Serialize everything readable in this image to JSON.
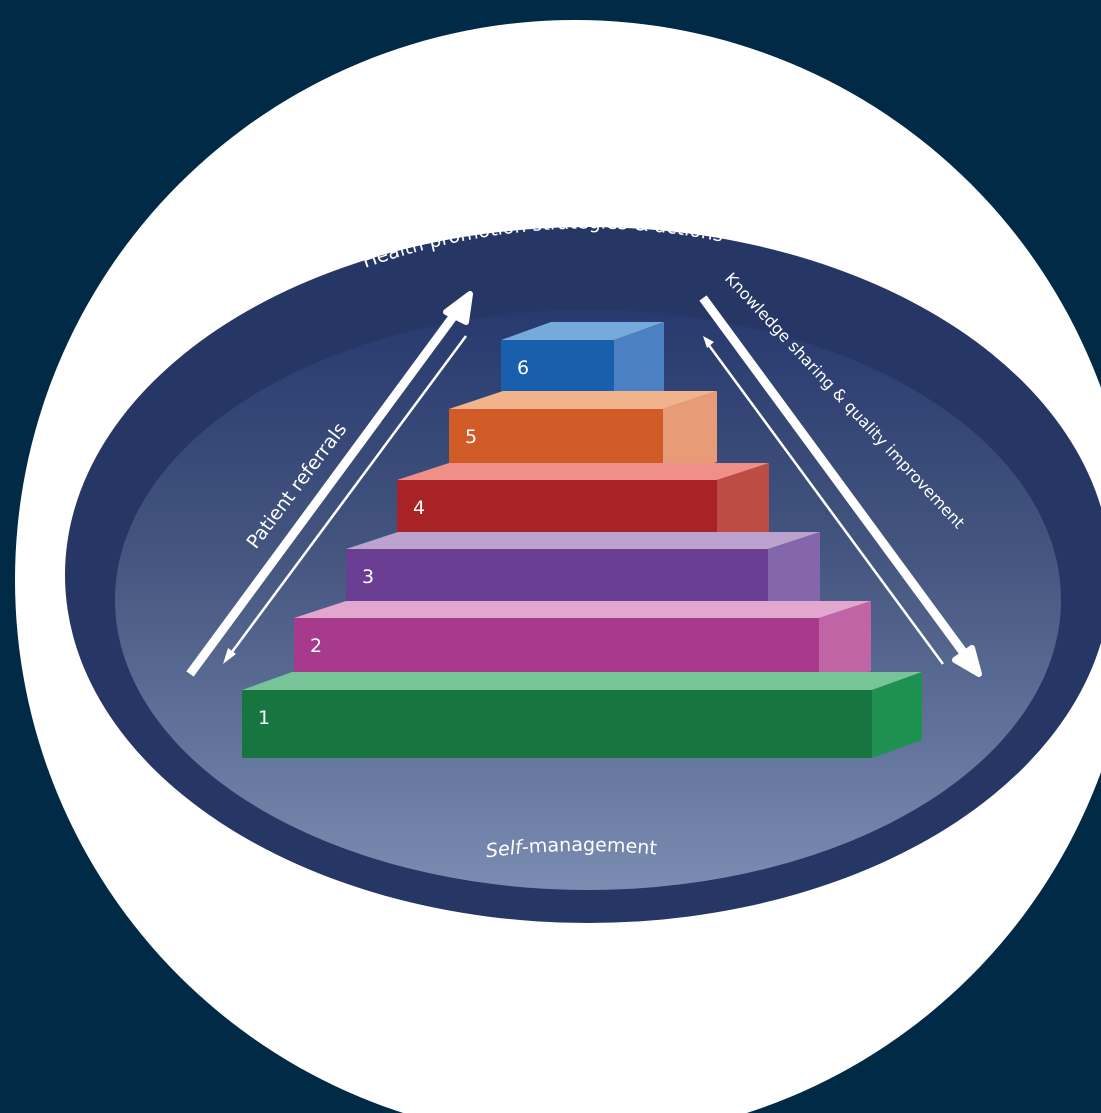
{
  "diagram": {
    "colors": {
      "page_background": "#002a45",
      "circle": "#ffffff",
      "ellipse_outer": "#263665",
      "ellipse_inner_top": "#283a6e",
      "ellipse_inner_bottom": "#7b8cb2",
      "arrow": "#ffffff"
    },
    "labels": {
      "top": "Health promotion strategies & actions",
      "left": "Patient referrals",
      "right": "Knowledge sharing & quality improvement",
      "bottom_italic": "Self",
      "bottom_rest": "-management"
    },
    "levels": [
      {
        "number": "1",
        "front": "#177640",
        "top": "#76c497",
        "side": "#1e9150"
      },
      {
        "number": "2",
        "front": "#a83a8c",
        "top": "#e2a6cf",
        "side": "#bf65a5"
      },
      {
        "number": "3",
        "front": "#6a3e93",
        "top": "#bba2cf",
        "side": "#8466ac"
      },
      {
        "number": "4",
        "front": "#a82325",
        "top": "#f08f87",
        "side": "#bd4d44"
      },
      {
        "number": "5",
        "front": "#d15b27",
        "top": "#f1b38b",
        "side": "#e79b76"
      },
      {
        "number": "6",
        "front": "#1a5fab",
        "top": "#76aadd",
        "side": "#4b80c2"
      }
    ],
    "arrows": [
      {
        "name": "arrow-up-left-icon",
        "direction": "up"
      },
      {
        "name": "arrow-down-left-icon",
        "direction": "down"
      },
      {
        "name": "arrow-down-right-icon",
        "direction": "down"
      },
      {
        "name": "arrow-up-right-icon",
        "direction": "up"
      }
    ]
  }
}
